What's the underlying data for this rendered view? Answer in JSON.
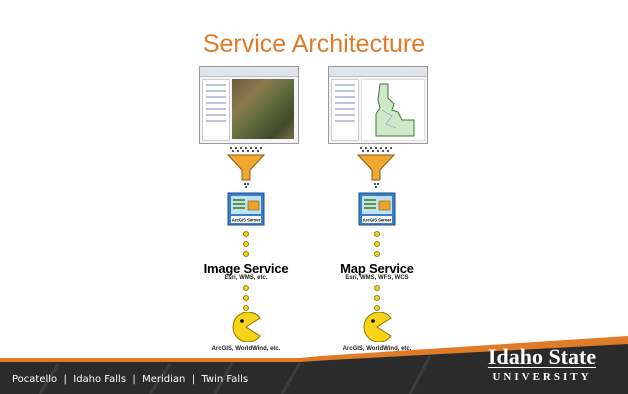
{
  "slide": {
    "title": "Service Architecture"
  },
  "diagram": {
    "columns": [
      {
        "screenshot": "arcmap-imagery-screenshot",
        "funnel": "funnel-icon",
        "server": {
          "icon": "arcgis-server-icon",
          "label": "ArcGIS Server"
        },
        "service": {
          "title": "Image Service",
          "formats": "Esri, WMS, etc."
        },
        "client": {
          "icon": "pacman-client-icon",
          "label": "ArcGIS, WorldWind, etc."
        }
      },
      {
        "screenshot": "arcmap-vector-map-screenshot",
        "funnel": "funnel-icon",
        "server": {
          "icon": "arcgis-server-icon",
          "label": "ArcGIS Server"
        },
        "service": {
          "title": "Map Service",
          "formats": "Esri, WMS, WFS, WCS"
        },
        "client": {
          "icon": "pacman-client-icon",
          "label": "ArcGIS, WorldWind, etc."
        }
      }
    ]
  },
  "footer": {
    "locations": [
      "Pocatello",
      "Idaho Falls",
      "Meridian",
      "Twin Falls"
    ],
    "separator": "  |  ",
    "locations_text": "Pocatello  |  Idaho Falls  |  Meridian  |  Twin Falls",
    "brand_name": "Idaho State",
    "brand_sub": "UNIVERSITY"
  },
  "colors": {
    "title": "#e07b2a",
    "footer_dark": "#2b2b2b",
    "footer_orange": "#e07b2a",
    "funnel": "#f0a830",
    "connector_dot": "#f2d21b",
    "client_icon": "#f7d417"
  }
}
